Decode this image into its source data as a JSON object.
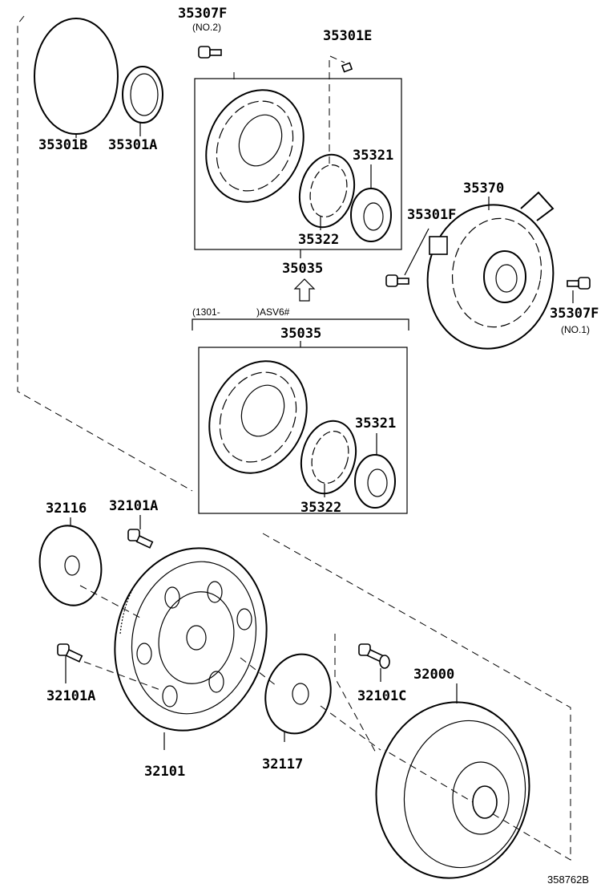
{
  "diagram": {
    "title_ref": "358762B",
    "labels": {
      "p35307F_no2": "35307F",
      "no2": "(NO.2)",
      "p35301E": "35301E",
      "p35301B": "35301B",
      "p35301A": "35301A",
      "p35321_a": "35321",
      "p35370": "35370",
      "p35301F": "35301F",
      "p35322_a": "35322",
      "p35035_a": "35035",
      "range_start": "(1301-",
      "range_end": ")ASV6#",
      "p35035_b": "35035",
      "p35307F_no1": "35307F",
      "no1": "(NO.1)",
      "p35321_b": "35321",
      "p35322_b": "35322",
      "p32116": "32116",
      "p32101A_top": "32101A",
      "p32101A_bottom": "32101A",
      "p32000": "32000",
      "p32101C": "32101C",
      "p32117": "32117",
      "p32101": "32101"
    }
  }
}
